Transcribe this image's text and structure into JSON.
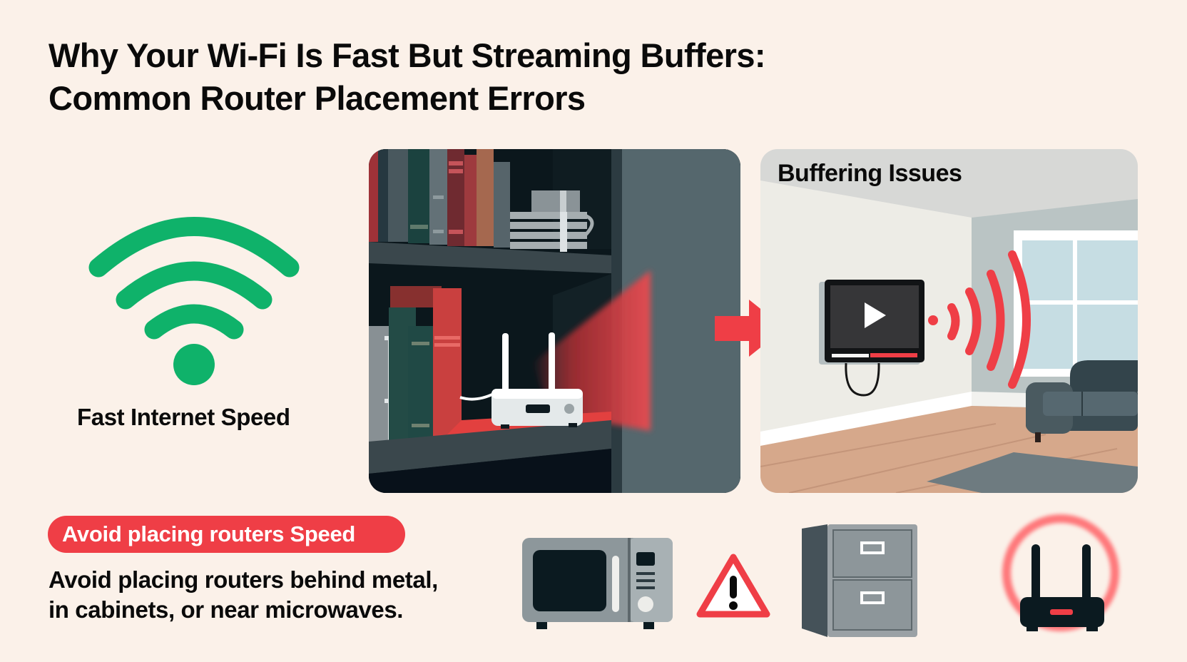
{
  "title": {
    "line1": "Why Your Wi-Fi Is Fast But Streaming Buffers:",
    "line2": "Common Router Placement Errors"
  },
  "left_section": {
    "icon": "wifi-icon",
    "label": "Fast Internet Speed",
    "color": "#0FB26A"
  },
  "scene_cabinet": {
    "description": "Router hidden inside dark bookshelf cabinet with red blocked signal",
    "icons": [
      "bookshelf",
      "books",
      "metal-coil",
      "metal-canister",
      "router",
      "blocked-signal"
    ],
    "signal_color": "#E23A40"
  },
  "arrow": {
    "icon": "arrow-right-icon",
    "color": "#EF3E46"
  },
  "scene_room": {
    "title": "Buffering Issues",
    "icons": [
      "tv",
      "play-icon",
      "buffering-bar",
      "weak-signal",
      "window",
      "sofa",
      "rug"
    ],
    "signal_color": "#EF3E46"
  },
  "tip": {
    "badge": "Avoid placing routers Speed",
    "badge_color": "#EF3E46",
    "line1": "Avoid placing routers behind metal,",
    "line2": "in cabinets, or near microwaves."
  },
  "bottom_icons": [
    {
      "name": "microwave-icon"
    },
    {
      "name": "warning-icon",
      "color": "#EF3E46"
    },
    {
      "name": "filing-cabinet-icon"
    },
    {
      "name": "router-alert-icon",
      "color": "#FF6B6E"
    }
  ]
}
